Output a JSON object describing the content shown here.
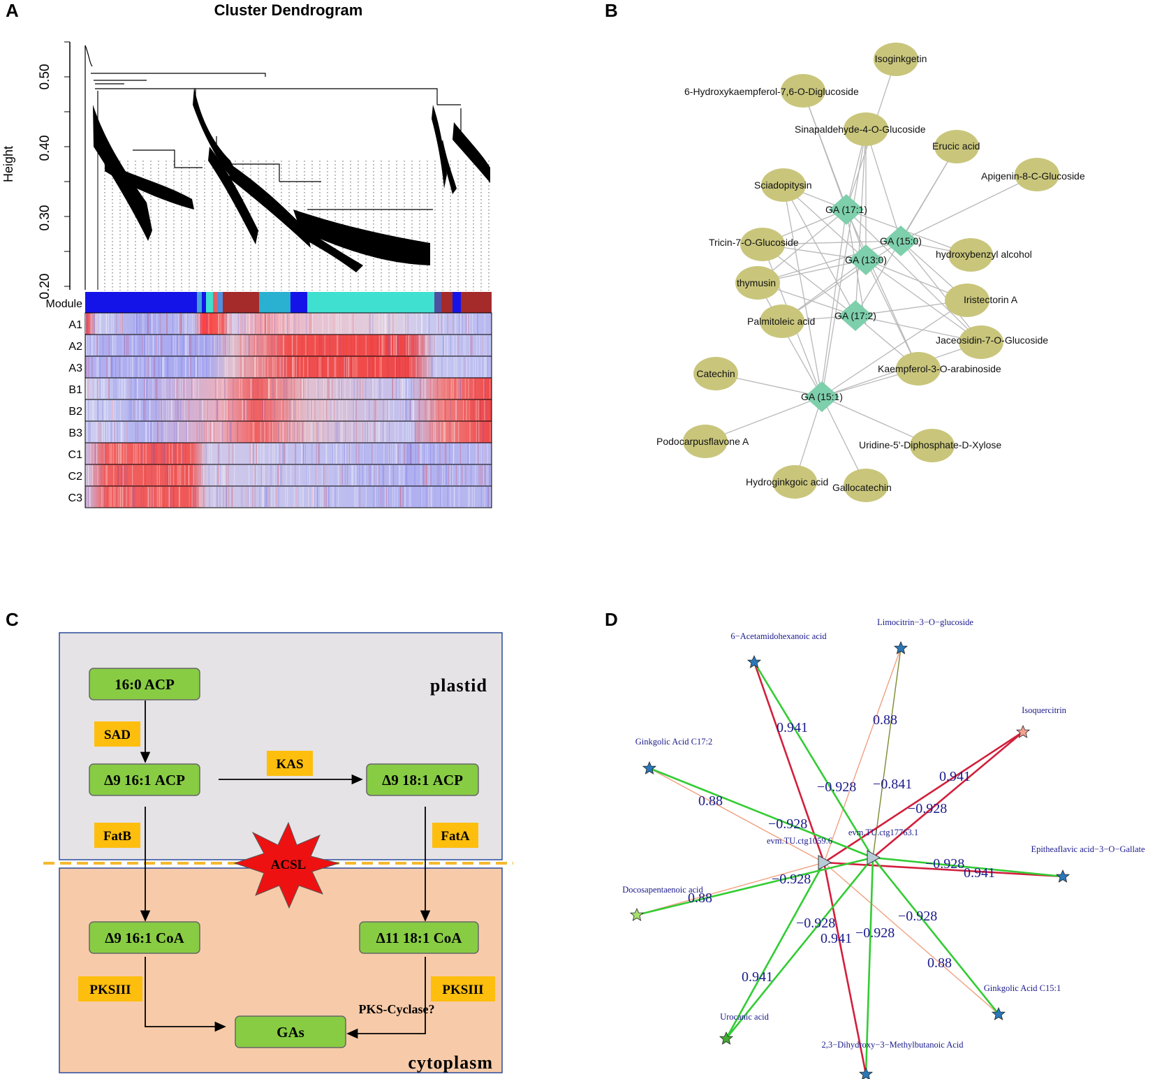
{
  "panels": {
    "a": {
      "letter": "A",
      "title": "Cluster Dendrogram",
      "ylabel": "Height",
      "yticks": [
        "0.20",
        "0.30",
        "0.40",
        "0.50"
      ],
      "module_label": "Module",
      "rows": [
        "A1",
        "A2",
        "A3",
        "B1",
        "B2",
        "B3",
        "C1",
        "C2",
        "C3"
      ]
    },
    "b": {
      "letter": "B",
      "hubs": [
        "GA (17:1)",
        "GA (15:0)",
        "GA (13:0)",
        "GA (17:2)",
        "GA (15:1)"
      ],
      "nodes": [
        "Isoginkgetin",
        "6-Hydroxykaempferol-7,6-O-Diglucoside",
        "Sinapaldehyde-4-O-Glucoside",
        "Erucic acid",
        "Apigenin-8-C-Glucoside",
        "Sciadopitysin",
        "Tricin-7-O-Glucoside",
        "hydroxybenzyl alcohol",
        "thymusin",
        "Iristectorin A",
        "Palmitoleic acid",
        "Jaceosidin-7-O-Glucoside",
        "Kaempferol-3-O-arabinoside",
        "Catechin",
        "Podocarpusflavone A",
        "Uridine-5'-Diphosphate-D-Xylose",
        "Hydroginkgoic acid",
        "Gallocatechin"
      ]
    },
    "c": {
      "letter": "C",
      "compartments": {
        "plastid": "plastid",
        "cytoplasm": "cytoplasm"
      },
      "boxes": {
        "b1": "16:0 ACP",
        "b2": "Δ9 16:1 ACP",
        "b3": "Δ9 18:1 ACP",
        "b4": "Δ9 16:1 CoA",
        "b5": "Δ11 18:1 CoA",
        "b6": "GAs"
      },
      "enzymes": {
        "sad": "SAD",
        "kas": "KAS",
        "fatb": "FatB",
        "fata": "FatA",
        "pks1": "PKSIII",
        "pks2": "PKSIII",
        "acsl": "ACSL"
      },
      "cyclase": "PKS-Cyclase?"
    },
    "d": {
      "letter": "D",
      "centers": [
        "evm.TU.ctg1059.6",
        "evm.TU.ctg17763.1"
      ],
      "nodes": [
        "Limocitrin−3−O−glucoside",
        "6−Acetamidohexanoic acid",
        "Isoquercitrin",
        "Ginkgolic Acid C17:2",
        "Epitheaflavic acid−3−O−Gallate",
        "Docosapentaenoic acid",
        "Ginkgolic Acid C15:1",
        "Urocanic acid",
        "2,3−Dihydroxy−3−Methylbutanoic Acid"
      ],
      "weights": [
        "0.941",
        "0.88",
        "−0.928",
        "−0.841",
        "0.941",
        "0.88",
        "−0.928",
        "−0.928",
        "−0.928",
        "0.941",
        "0.88",
        "−0.928",
        "−0.928",
        "0.941",
        "−0.928",
        "−0.928",
        "0.88",
        "0.941"
      ]
    }
  }
}
